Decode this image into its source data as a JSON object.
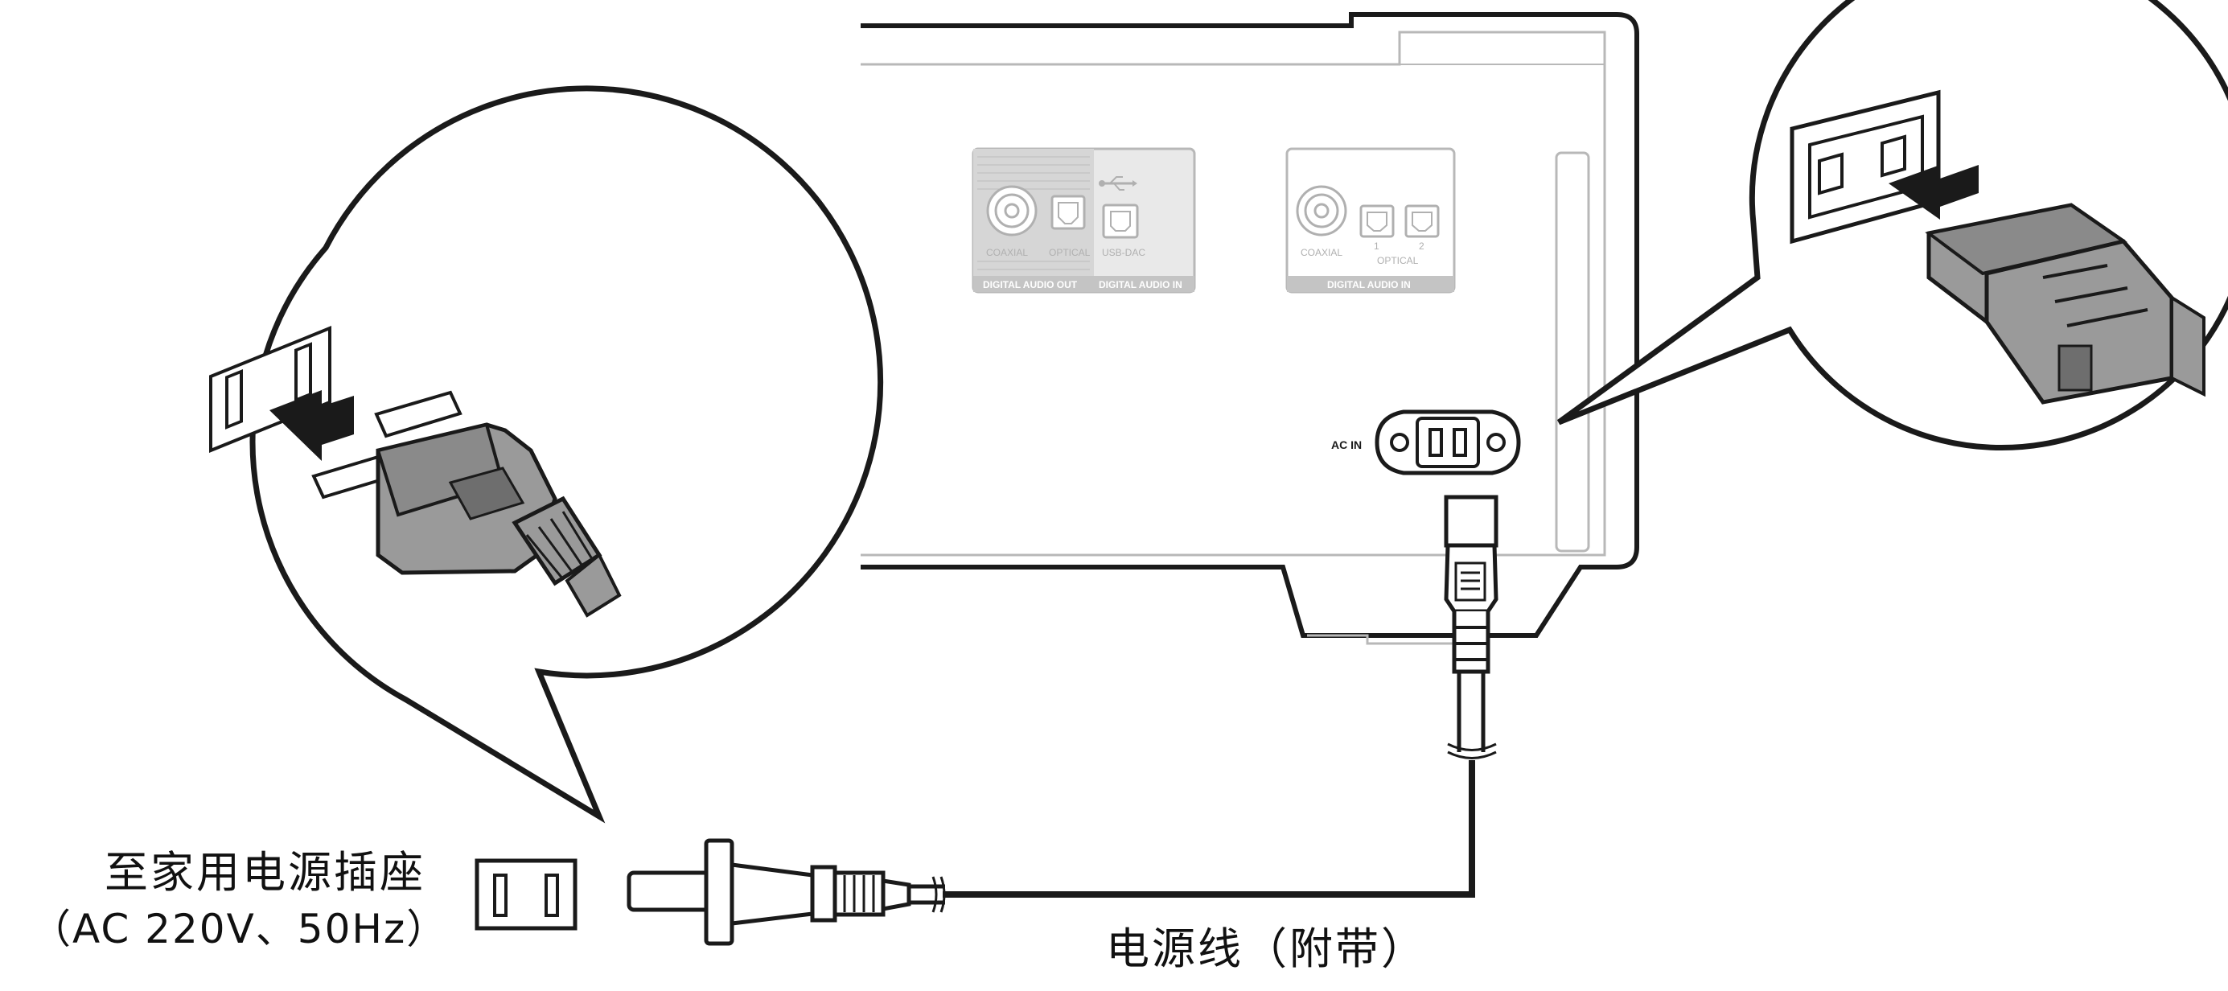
{
  "labels": {
    "wall_outlet_title": "至家用电源插座",
    "wall_outlet_spec": "（AC 220V、50Hz）",
    "power_cord": "电源线（附带）"
  },
  "panel": {
    "digital_audio_out": {
      "group": "DIGITAL AUDIO OUT",
      "coaxial": "COAXIAL",
      "optical": "OPTICAL"
    },
    "digital_audio_in_usb": {
      "group": "DIGITAL AUDIO IN",
      "usb": "USB-DAC"
    },
    "digital_audio_in": {
      "group": "DIGITAL AUDIO IN",
      "coaxial": "COAXIAL",
      "optical": "OPTICAL",
      "port_1": "1",
      "port_2": "2"
    },
    "ac_in": "AC IN"
  },
  "icons": [
    "usb-icon",
    "arrow-icon",
    "plug-icon",
    "iec-connector-icon"
  ],
  "colors": {
    "line": "#1a1a1a",
    "panel_line": "#b8b8b8",
    "plug_fill": "#9a9a9a",
    "plug_dark": "#6e6e6e"
  }
}
